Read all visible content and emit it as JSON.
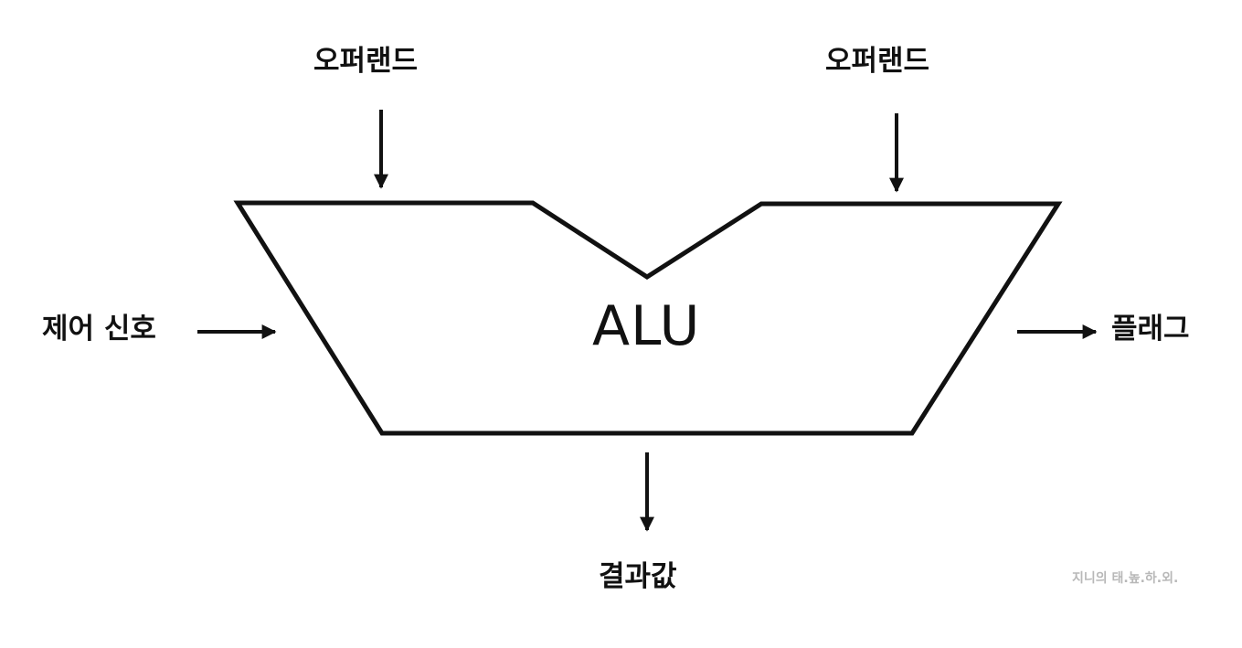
{
  "labels": {
    "operand_left": "오퍼랜드",
    "operand_right": "오퍼랜드",
    "control_signal": "제어 신호",
    "flag": "플래그",
    "result": "결과값",
    "alu": "ALU",
    "watermark": "지니의 태.높.하.외."
  },
  "colors": {
    "stroke": "#111111",
    "watermark": "#b8b8b8",
    "background": "#ffffff"
  }
}
